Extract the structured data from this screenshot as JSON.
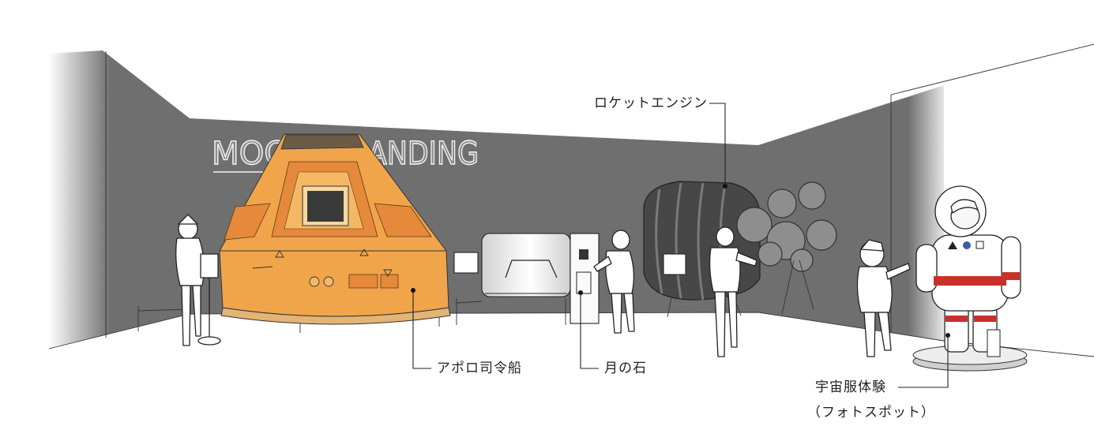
{
  "wall_sign": {
    "left_fragment": "MOO",
    "right_fragment": "ANDING"
  },
  "callouts": {
    "rocket_engine": "ロケットエンジン",
    "apollo_command_module": "アポロ司令船",
    "moon_rock": "月の石",
    "spacesuit_experience": "宇宙服体験",
    "photo_spot": "（フォトスポット）"
  },
  "colors": {
    "wall": "#6f6f6f",
    "capsule": "#f0a54b",
    "capsule_panel": "#e5893a",
    "capsule_base": "#e3b473",
    "engine": "#474747",
    "engine_nozzle": "#8e8e8e",
    "suit_stripe": "#c8312a",
    "label_text": "#222222"
  }
}
